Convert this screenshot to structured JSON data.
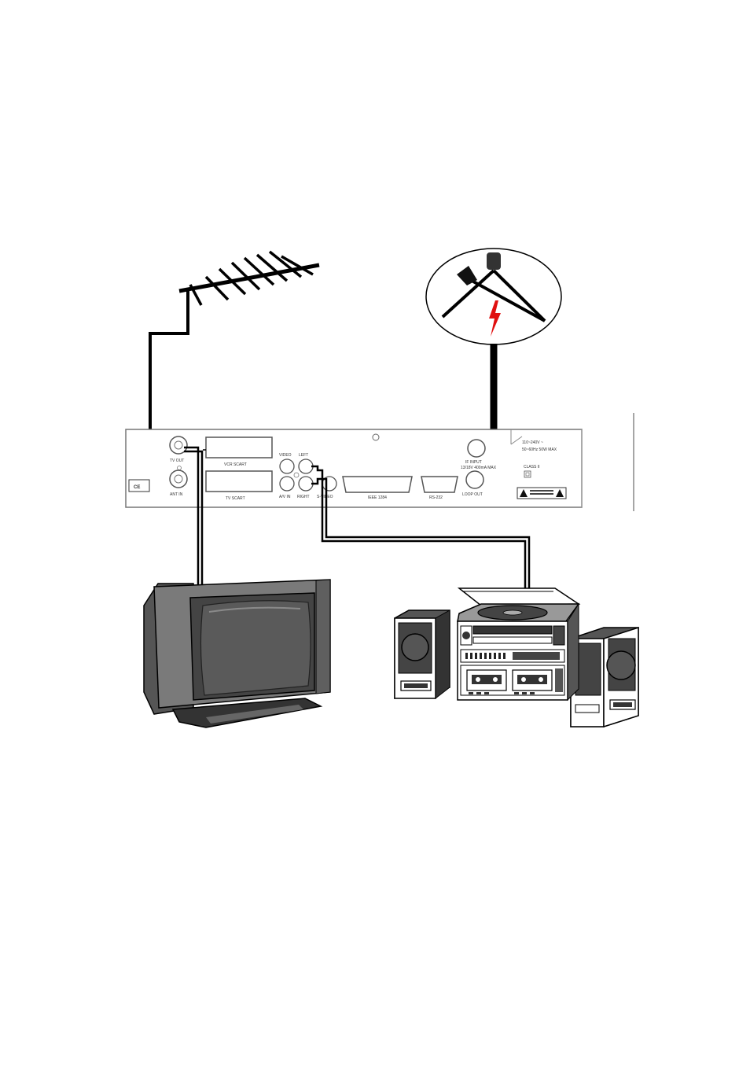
{
  "receiver": {
    "tv_out": "TV OUT",
    "ant_in": "ANT IN",
    "vcr_scart": "VCR SCART",
    "tv_scart": "TV SCART",
    "video": "VIDEO",
    "audio_left": "LEFT",
    "audio_right": "RIGHT",
    "aux_label": "A/V IN",
    "s_video": "S-VIDEO",
    "ieee": "IEEE 1284",
    "rs232": "RS-232",
    "if_input": "IF INPUT",
    "if_input_spec": "13/18V 400mA MAX",
    "loop_out": "LOOP OUT",
    "power_line1": "110~240V ~",
    "power_line2": "50~60Hz 50W MAX",
    "class": "CLASS II",
    "ce_mark": "CE"
  },
  "colors": {
    "line": "#000000",
    "panel_stroke": "#777777",
    "tv_body": "#6e6e6e",
    "tv_screen": "#5a5a5a",
    "lightning": "#e01010"
  },
  "icons": [
    "antenna-icon",
    "satellite-dish-icon",
    "tv-icon",
    "hifi-stereo-icon",
    "speaker-icon"
  ]
}
